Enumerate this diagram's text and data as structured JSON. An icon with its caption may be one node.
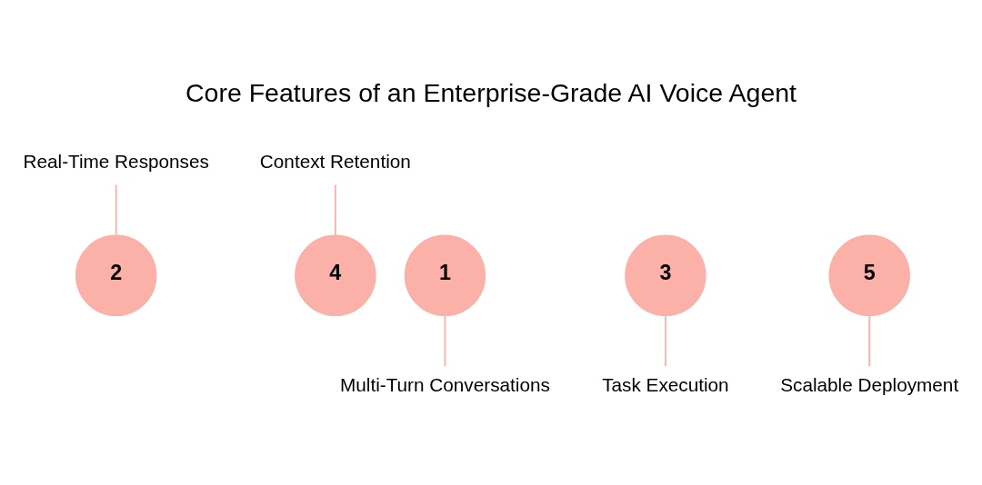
{
  "diagram": {
    "title": "Core Features of an Enterprise-Grade AI Voice Agent",
    "nodes": [
      {
        "text": [
          "Real-Time Responses"
        ]
      },
      {
        "text": [
          "Context Retention"
        ]
      },
      {
        "text": [
          "1"
        ]
      },
      {
        "text": [
          "2"
        ]
      },
      {
        "text": [
          "3"
        ]
      },
      {
        "text": [
          "4"
        ]
      },
      {
        "text": [
          "5"
        ]
      },
      {
        "text": [
          "Multi-Turn Conversations"
        ]
      },
      {
        "text": [
          "Task Execution"
        ]
      },
      {
        "text": [
          "Scalable Deployment"
        ]
      }
    ],
    "edges": [
      {
        "from": 7,
        "to": 2,
        "arrow": "none"
      },
      {
        "from": 0,
        "to": 3,
        "arrow": "none"
      },
      {
        "from": 8,
        "to": 4,
        "arrow": "none"
      },
      {
        "from": 1,
        "to": 5,
        "arrow": "none"
      },
      {
        "from": 9,
        "to": 6,
        "arrow": "none"
      }
    ]
  }
}
